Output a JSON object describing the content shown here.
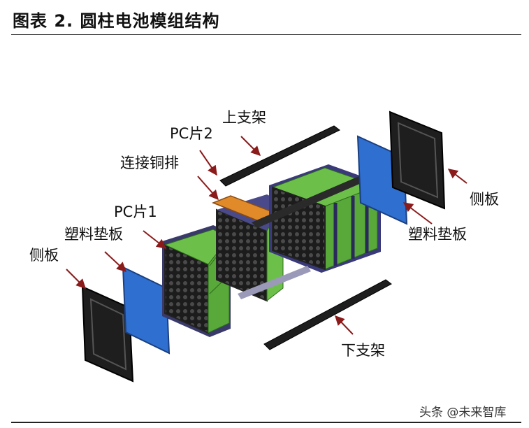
{
  "header": {
    "title": "图表 2. 圆柱电池模组结构"
  },
  "diagram": {
    "labels": {
      "upper_bracket": "上支架",
      "pc_sheet_2": "PC片2",
      "copper_bar": "连接铜排",
      "pc_sheet_1": "PC片1",
      "plastic_pad_left": "塑料垫板",
      "side_plate_left": "侧板",
      "side_plate_right": "侧板",
      "plastic_pad_right": "塑料垫板",
      "lower_bracket": "下支架"
    },
    "colors": {
      "cell_green": "#6cc04a",
      "frame_dark": "#2a2a2a",
      "pad_blue": "#2f6fd0",
      "copper": "#e08a2a",
      "arrow": "#8b1a1a"
    }
  },
  "footer": {
    "watermark": "头条 @未来智库"
  }
}
